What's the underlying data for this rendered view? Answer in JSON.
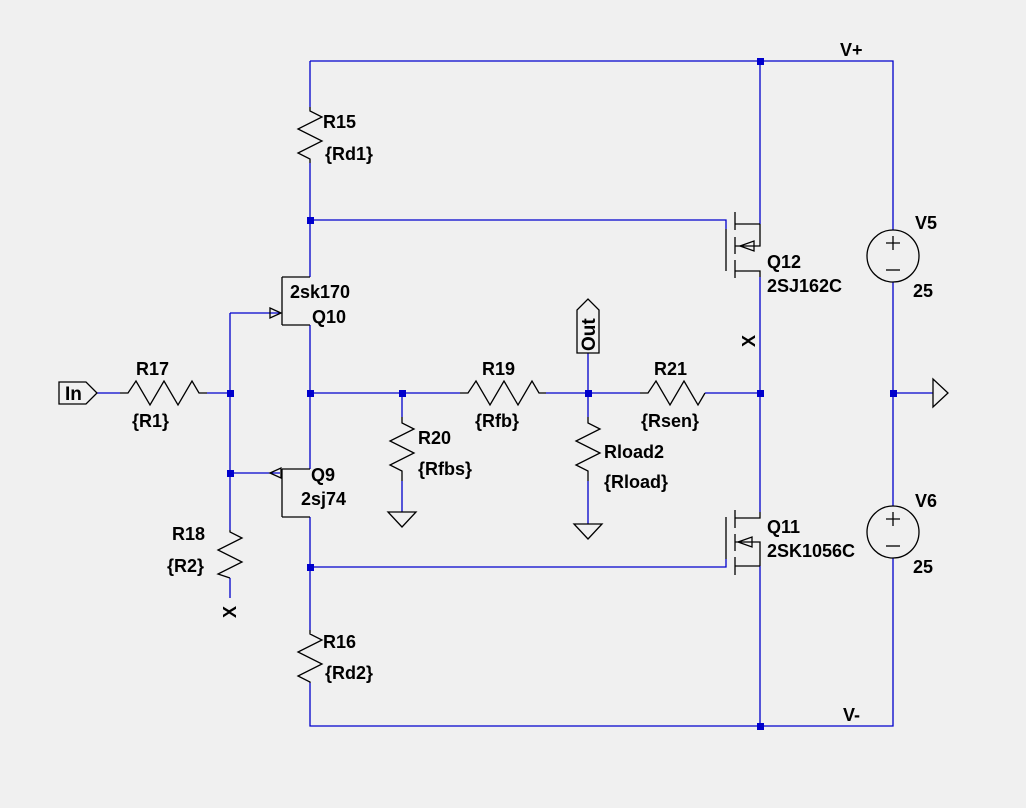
{
  "schematic": {
    "nets": {
      "vplus": "V+",
      "vminus": "V-",
      "x_q18": "X",
      "x_q12": "X"
    },
    "ports": {
      "in": "In",
      "out": "Out"
    },
    "components": [
      {
        "id": "r15",
        "name": "R15",
        "value": "{Rd1}"
      },
      {
        "id": "r16",
        "name": "R16",
        "value": "{Rd2}"
      },
      {
        "id": "r17",
        "name": "R17",
        "value": "{R1}"
      },
      {
        "id": "r18",
        "name": "R18",
        "value": "{R2}"
      },
      {
        "id": "r19",
        "name": "R19",
        "value": "{Rfb}"
      },
      {
        "id": "r20",
        "name": "R20",
        "value": "{Rfbs}"
      },
      {
        "id": "r21",
        "name": "R21",
        "value": "{Rsen}"
      },
      {
        "id": "rload2",
        "name": "Rload2",
        "value": "{Rload}"
      },
      {
        "id": "q10",
        "name": "Q10",
        "value": "2sk170"
      },
      {
        "id": "q9",
        "name": "Q9",
        "value": "2sj74"
      },
      {
        "id": "q12",
        "name": "Q12",
        "value": "2SJ162C"
      },
      {
        "id": "q11",
        "name": "Q11",
        "value": "2SK1056C"
      },
      {
        "id": "v5",
        "name": "V5",
        "value": "25"
      },
      {
        "id": "v6",
        "name": "V6",
        "value": "25"
      }
    ]
  }
}
